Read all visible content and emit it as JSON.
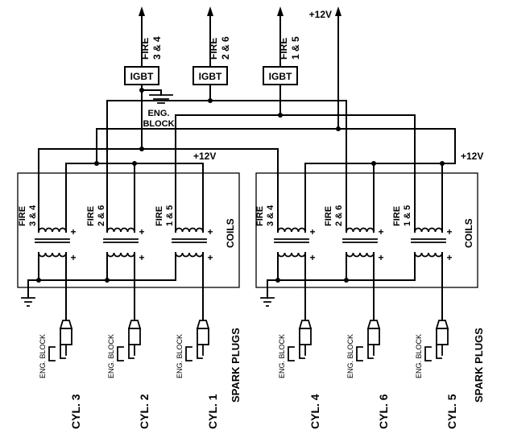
{
  "top": {
    "fire1": {
      "l1": "FIRE",
      "l2": "3 & 4"
    },
    "fire2": {
      "l1": "FIRE",
      "l2": "2 & 6"
    },
    "fire3": {
      "l1": "FIRE",
      "l2": "1 & 5"
    },
    "power": "+12V"
  },
  "igbt_label": "IGBT",
  "eng_block_top": {
    "l1": "ENG.",
    "l2": "BLOCK"
  },
  "power_mid_left": "+12V",
  "power_mid_right": "+12V",
  "plus": "+",
  "left_pack": {
    "coils_label": "COILS",
    "spark_plugs_label": "SPARK PLUGS",
    "coil1": {
      "l1": "FIRE",
      "l2": "3 & 4"
    },
    "coil2": {
      "l1": "FIRE",
      "l2": "2 & 6"
    },
    "coil3": {
      "l1": "FIRE",
      "l2": "1 & 5"
    },
    "plug1": {
      "eng_block": "ENG. BLOCK",
      "cyl": "CYL. 3"
    },
    "plug2": {
      "eng_block": "ENG. BLOCK",
      "cyl": "CYL. 2"
    },
    "plug3": {
      "eng_block": "ENG. BLOCK",
      "cyl": "CYL. 1"
    }
  },
  "right_pack": {
    "coils_label": "COILS",
    "spark_plugs_label": "SPARK PLUGS",
    "coil1": {
      "l1": "FIRE",
      "l2": "3 & 4"
    },
    "coil2": {
      "l1": "FIRE",
      "l2": "2 & 6"
    },
    "coil3": {
      "l1": "FIRE",
      "l2": "1 & 5"
    },
    "plug1": {
      "eng_block": "ENG. BLOCK",
      "cyl": "CYL. 4"
    },
    "plug2": {
      "eng_block": "ENG. BLOCK",
      "cyl": "CYL. 6"
    },
    "plug3": {
      "eng_block": "ENG. BLOCK",
      "cyl": "CYL. 5"
    }
  }
}
